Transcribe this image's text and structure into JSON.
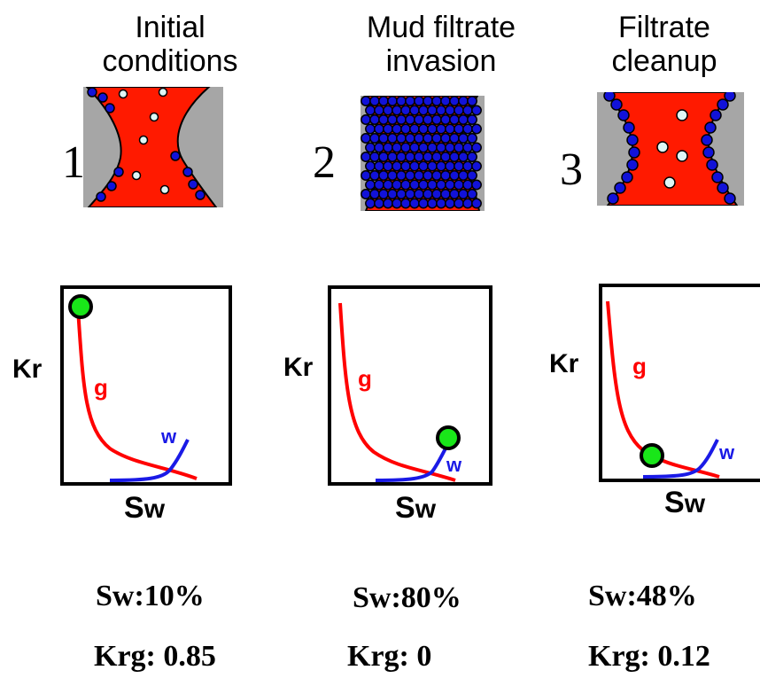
{
  "panels": [
    {
      "number": "1",
      "title_line1": "Initial",
      "title_line2": "conditions",
      "kr_label": "Kr",
      "sw_label_s": "S",
      "sw_label_w": "w",
      "g_label": "g",
      "w_label": "w",
      "sw_text": "Sw:10%",
      "krg_text": "Krg: 0.85",
      "sw_value": 10,
      "krg_value": 0.85
    },
    {
      "number": "2",
      "title_line1": "Mud filtrate",
      "title_line2": "invasion",
      "kr_label": "Kr",
      "sw_label_s": "S",
      "sw_label_w": "w",
      "g_label": "g",
      "w_label": "w",
      "sw_text": "Sw:80%",
      "krg_text": "Krg: 0",
      "sw_value": 80,
      "krg_value": 0
    },
    {
      "number": "3",
      "title_line1": "Filtrate",
      "title_line2": "cleanup",
      "kr_label": "Kr",
      "sw_label_s": "S",
      "sw_label_w": "w",
      "g_label": "g",
      "w_label": "w",
      "sw_text": "Sw:48%",
      "krg_text": "Krg: 0.12",
      "sw_value": 48,
      "krg_value": 0.12
    }
  ],
  "colors": {
    "gas_fill": "#ff1a00",
    "grain": "#a6a6a6",
    "water_dot": "#1212d8",
    "gas_bubble": "#dff7f7",
    "gas_curve": "#ff0000",
    "water_curve": "#1a1ae6",
    "marker": "#19e619"
  }
}
